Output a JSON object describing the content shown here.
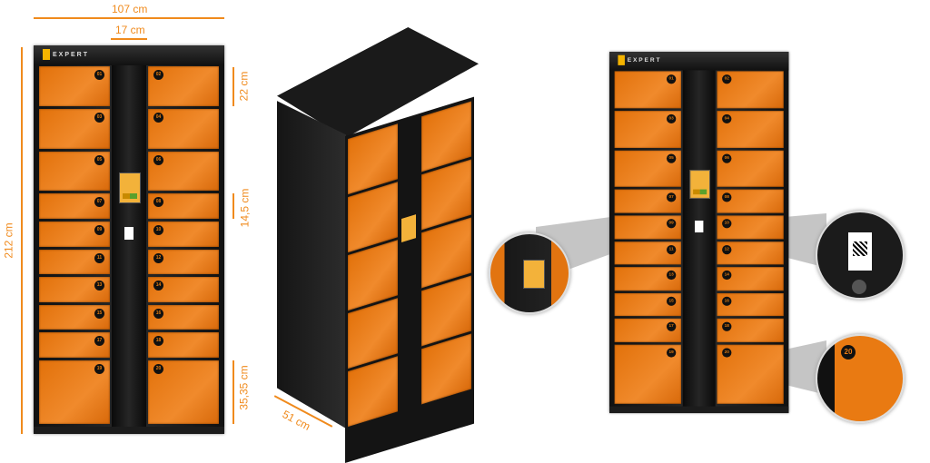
{
  "dimensions": {
    "width": "107 cm",
    "center_width": "17 cm",
    "height": "212 cm",
    "large_door": "22 cm",
    "small_door": "14,5 cm",
    "bottom_door": "35,35 cm",
    "depth": "51 cm"
  },
  "brand": {
    "logo_text": "EXPERT"
  },
  "colors": {
    "door": "#ec7d14",
    "frame": "#151515",
    "dimension": "#f08a1c"
  },
  "doors": {
    "left": [
      "01",
      "03",
      "05",
      "07",
      "09",
      "11",
      "13",
      "15",
      "17",
      "19"
    ],
    "right": [
      "02",
      "04",
      "06",
      "08",
      "10",
      "12",
      "14",
      "16",
      "18",
      "20"
    ]
  },
  "callouts": {
    "bottom_door_number": "20"
  }
}
